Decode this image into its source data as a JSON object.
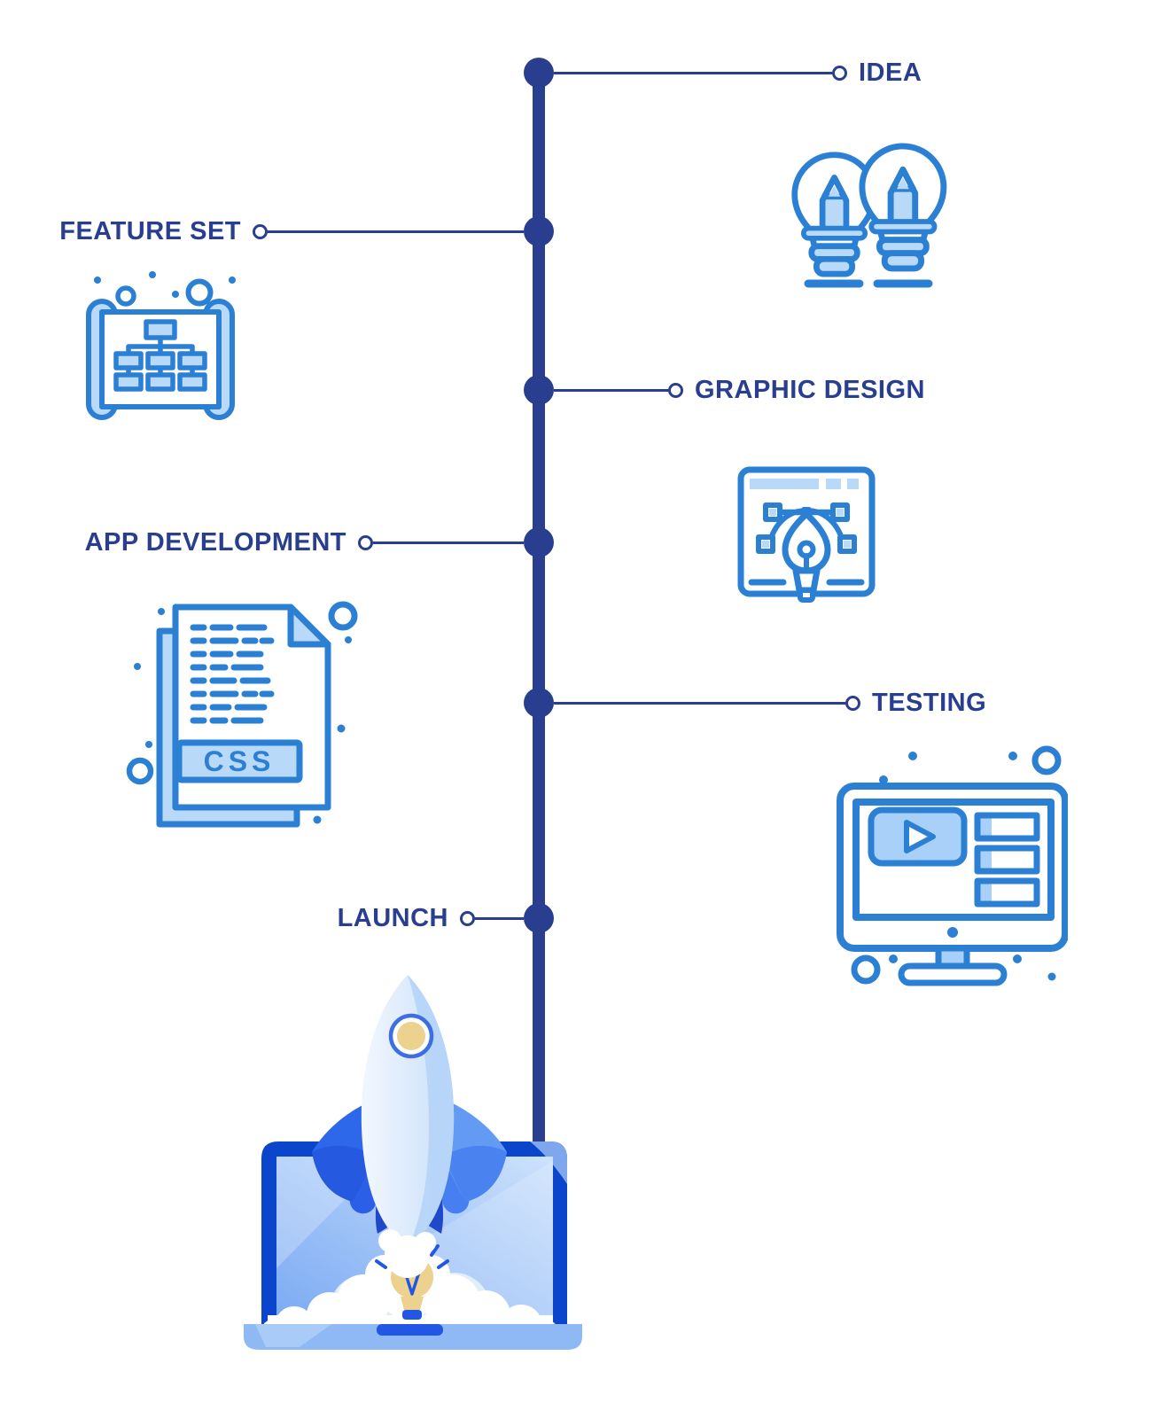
{
  "meta": {
    "title": "App development process timeline infographic"
  },
  "colors": {
    "timeline_navy": "#293e8e",
    "icon_stroke_blue": "#2b80d4",
    "icon_fill_light_blue": "#b9d9f8",
    "royal_blue": "#2456e4",
    "laptop_frame_blue": "#0a45cc",
    "bulb_yellow": "#ecd28e",
    "background": "#ffffff"
  },
  "timeline": {
    "items": [
      {
        "label": "IDEA",
        "side": "right",
        "icon": "idea-lightbulbs-icon"
      },
      {
        "label": "FEATURE SET",
        "side": "left",
        "icon": "feature-set-sitemap-blueprint-icon"
      },
      {
        "label": "GRAPHIC DESIGN",
        "side": "right",
        "icon": "graphic-design-pen-tool-icon"
      },
      {
        "label": "APP DEVELOPMENT",
        "side": "left",
        "icon": "app-development-css-file-icon"
      },
      {
        "label": "TESTING",
        "side": "right",
        "icon": "testing-monitor-icon"
      },
      {
        "label": "LAUNCH",
        "side": "left",
        "icon": "launch-rocket-laptop-illustration"
      }
    ]
  },
  "icons": {
    "css_file_label": "CSS"
  }
}
